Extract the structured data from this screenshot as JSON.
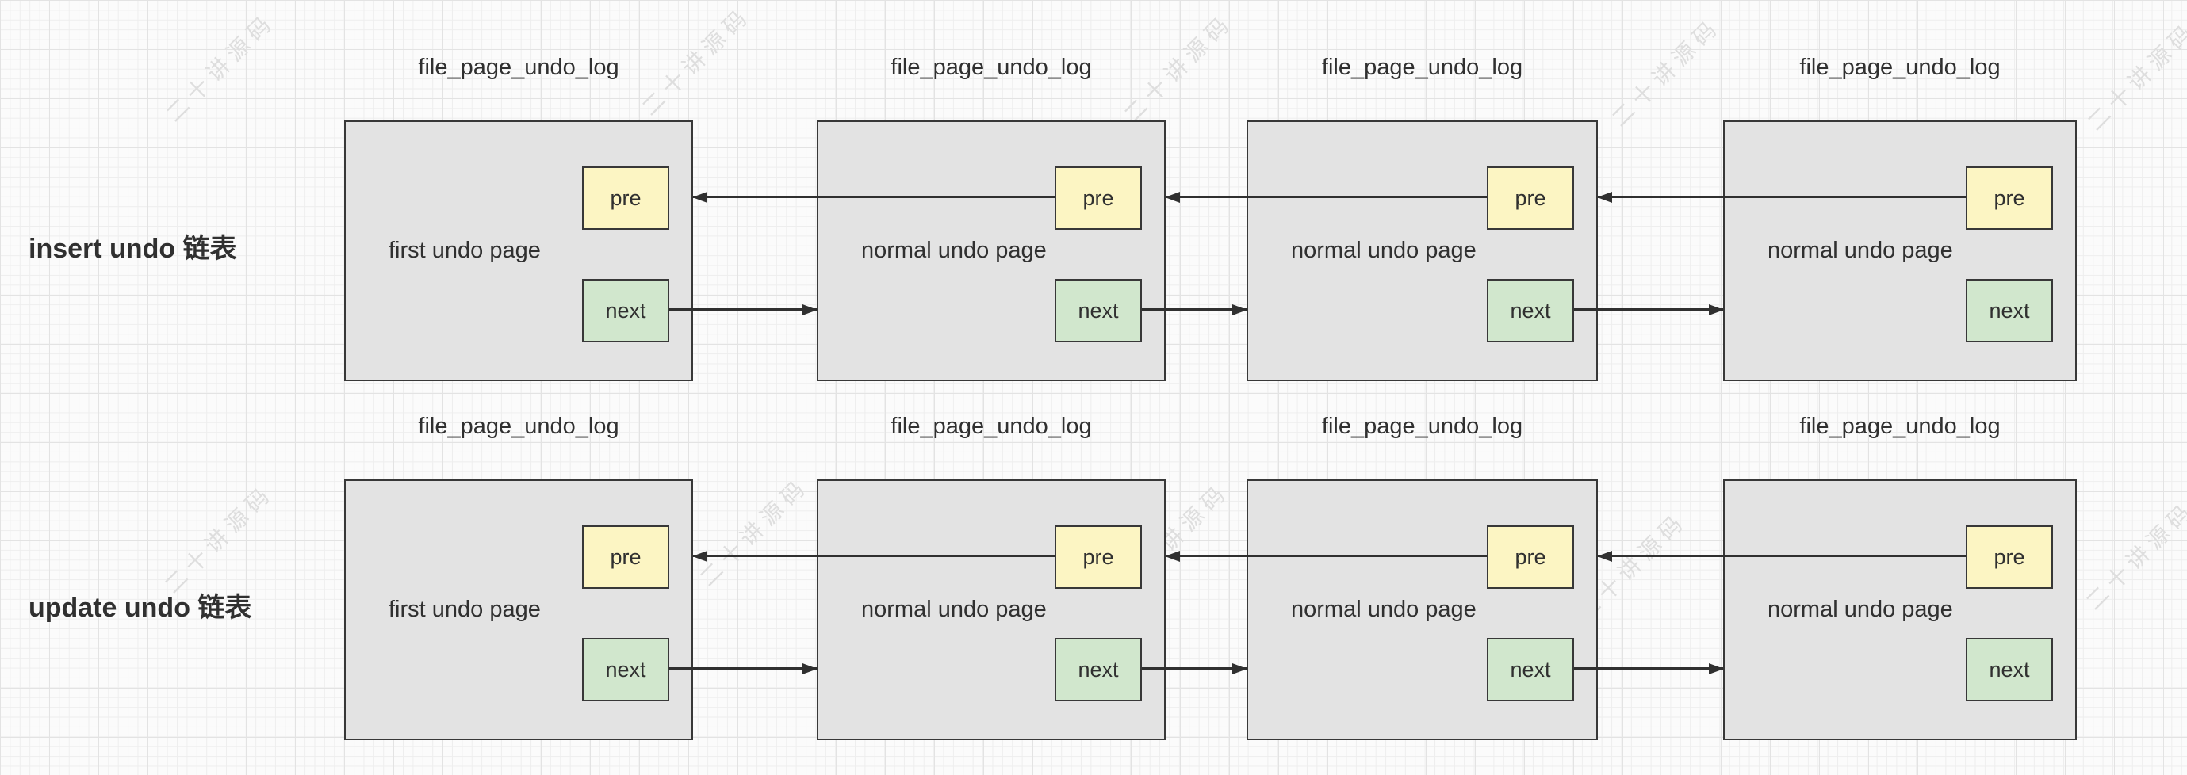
{
  "watermark": {
    "text": "二十讲源码"
  },
  "diagram": {
    "colors": {
      "background": "#fbfbfb",
      "grid_minor": "#eeeeee",
      "grid_major": "#e3e3e3",
      "page_fill": "#e3e3e3",
      "page_border": "#383838",
      "pre_fill": "#fcf5c3",
      "next_fill": "#d1e7cd",
      "arrow": "#303030",
      "text": "#303030",
      "watermark": "#dedede"
    },
    "rows": [
      {
        "label": "insert undo 链表",
        "pages": [
          {
            "title": "file_page_undo_log",
            "name": "first undo page",
            "pre": "pre",
            "next": "next"
          },
          {
            "title": "file_page_undo_log",
            "name": "normal undo page",
            "pre": "pre",
            "next": "next"
          },
          {
            "title": "file_page_undo_log",
            "name": "normal undo page",
            "pre": "pre",
            "next": "next"
          },
          {
            "title": "file_page_undo_log",
            "name": "normal undo page",
            "pre": "pre",
            "next": "next"
          }
        ]
      },
      {
        "label": "update undo 链表",
        "pages": [
          {
            "title": "file_page_undo_log",
            "name": "first undo page",
            "pre": "pre",
            "next": "next"
          },
          {
            "title": "file_page_undo_log",
            "name": "normal undo page",
            "pre": "pre",
            "next": "next"
          },
          {
            "title": "file_page_undo_log",
            "name": "normal undo page",
            "pre": "pre",
            "next": "next"
          },
          {
            "title": "file_page_undo_log",
            "name": "normal undo page",
            "pre": "pre",
            "next": "next"
          }
        ]
      }
    ]
  }
}
